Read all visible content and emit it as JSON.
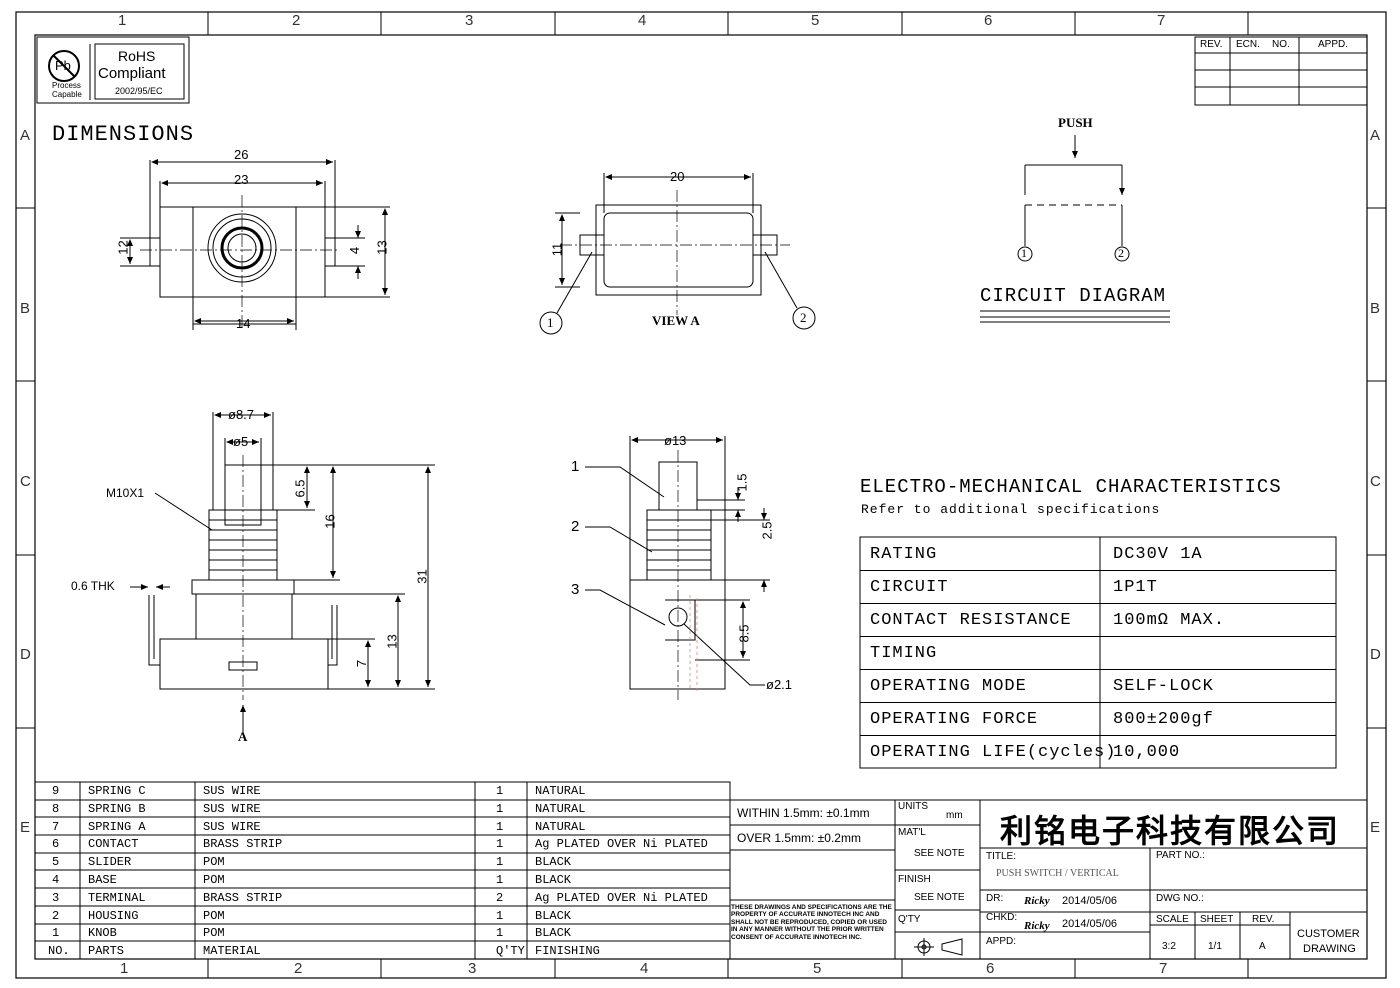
{
  "zones": {
    "cols": [
      "1",
      "2",
      "3",
      "4",
      "5",
      "6",
      "7"
    ],
    "rows": [
      "A",
      "B",
      "C",
      "D",
      "E"
    ]
  },
  "rohs": {
    "pb_symbol": "Pb",
    "process": "Process",
    "capable": "Capable",
    "title": "RoHS",
    "compliant": "Compliant",
    "directive": "2002/95/EC"
  },
  "revision_table": {
    "headers": [
      "REV.",
      "ECN.",
      "NO.",
      "APPD."
    ]
  },
  "dimensions_title": "DIMENSIONS",
  "top_view": {
    "d26": "26",
    "d23": "23",
    "d12": "12",
    "d4": "4",
    "d13": "13",
    "d14": "14"
  },
  "view_a": {
    "d20": "20",
    "d11": "11",
    "c1": "1",
    "c2": "2",
    "label": "VIEW A"
  },
  "circuit": {
    "push": "PUSH",
    "t1": "1",
    "t2": "2",
    "title": "CIRCUIT DIAGRAM"
  },
  "side_view": {
    "d87": "ø8.7",
    "d5": "ø5",
    "thread": "M10X1",
    "d65": "6.5",
    "d16": "16",
    "d31": "31",
    "thk": "0.6 THK",
    "d13": "13",
    "d7": "7",
    "arrow": "A"
  },
  "front_view": {
    "d13": "ø13",
    "p1": "1",
    "p2": "2",
    "p3": "3",
    "d15": "1.5",
    "d25": "2.5",
    "d85": "8.5",
    "d21": "ø2.1"
  },
  "em": {
    "title": "ELECTRO-MECHANICAL CHARACTERISTICS",
    "subtitle": "Refer to additional specifications",
    "rows": [
      {
        "k": "RATING",
        "v": "DC30V 1A"
      },
      {
        "k": "CIRCUIT",
        "v": "1P1T"
      },
      {
        "k": "CONTACT RESISTANCE",
        "v": "100mΩ MAX."
      },
      {
        "k": "TIMING",
        "v": ""
      },
      {
        "k": "OPERATING MODE",
        "v": "SELF-LOCK"
      },
      {
        "k": "OPERATING FORCE",
        "v": "800±200gf"
      },
      {
        "k": "OPERATING LIFE(cycles)",
        "v": "10,000"
      }
    ]
  },
  "bom": {
    "rows": [
      {
        "no": "9",
        "part": "SPRING C",
        "mat": "SUS WIRE",
        "qty": "1",
        "fin": "NATURAL"
      },
      {
        "no": "8",
        "part": "SPRING B",
        "mat": "SUS WIRE",
        "qty": "1",
        "fin": "NATURAL"
      },
      {
        "no": "7",
        "part": "SPRING A",
        "mat": "SUS WIRE",
        "qty": "1",
        "fin": "NATURAL"
      },
      {
        "no": "6",
        "part": "CONTACT",
        "mat": "BRASS STRIP",
        "qty": "1",
        "fin": "Ag PLATED OVER Ni PLATED"
      },
      {
        "no": "5",
        "part": "SLIDER",
        "mat": "POM",
        "qty": "1",
        "fin": "BLACK"
      },
      {
        "no": "4",
        "part": "BASE",
        "mat": "POM",
        "qty": "1",
        "fin": "BLACK"
      },
      {
        "no": "3",
        "part": "TERMINAL",
        "mat": "BRASS STRIP",
        "qty": "2",
        "fin": "Ag PLATED OVER Ni PLATED"
      },
      {
        "no": "2",
        "part": "HOUSING",
        "mat": "POM",
        "qty": "1",
        "fin": "BLACK"
      },
      {
        "no": "1",
        "part": "KNOB",
        "mat": "POM",
        "qty": "1",
        "fin": "BLACK"
      }
    ],
    "header": {
      "no": "NO.",
      "part": "PARTS",
      "mat": "MATERIAL",
      "qty": "Q'TY",
      "fin": "FINISHING"
    }
  },
  "title_block": {
    "tol1": "WITHIN 1.5mm: ±0.1mm",
    "tol2": "OVER 1.5mm: ±0.2mm",
    "notice": "THESE DRAWINGS AND SPECIFICATIONS ARE THE PROPERTY OF ACCURATE INNOTECH INC AND SHALL NOT BE REPRODUCED, COPIED OR USED IN ANY MANNER WITHOUT THE PRIOR WRITTEN CONSENT OF ACCURATE INNOTECH INC.",
    "units": "UNITS",
    "units_val": "mm",
    "matl": "MAT'L",
    "matl_val": "SEE NOTE",
    "finish": "FINISH",
    "finish_val": "SEE NOTE",
    "qty": "Q'TY",
    "company": "利铭电子科技有限公司",
    "title_label": "TITLE:",
    "title_val": "PUSH SWITCH / VERTICAL",
    "part_no": "PART NO.:",
    "dr": "DR:",
    "dr_name": "Ricky",
    "dr_date": "2014/05/06",
    "chkd": "CHKD:",
    "chkd_name": "Ricky",
    "chkd_date": "2014/05/06",
    "appd": "APPD:",
    "dwg_no": "DWG NO.:",
    "scale": "SCALE",
    "scale_val": "3:2",
    "sheet": "SHEET",
    "sheet_val": "1/1",
    "rev": "REV.",
    "rev_val": "A",
    "customer": "CUSTOMER",
    "drawing": "DRAWING"
  }
}
